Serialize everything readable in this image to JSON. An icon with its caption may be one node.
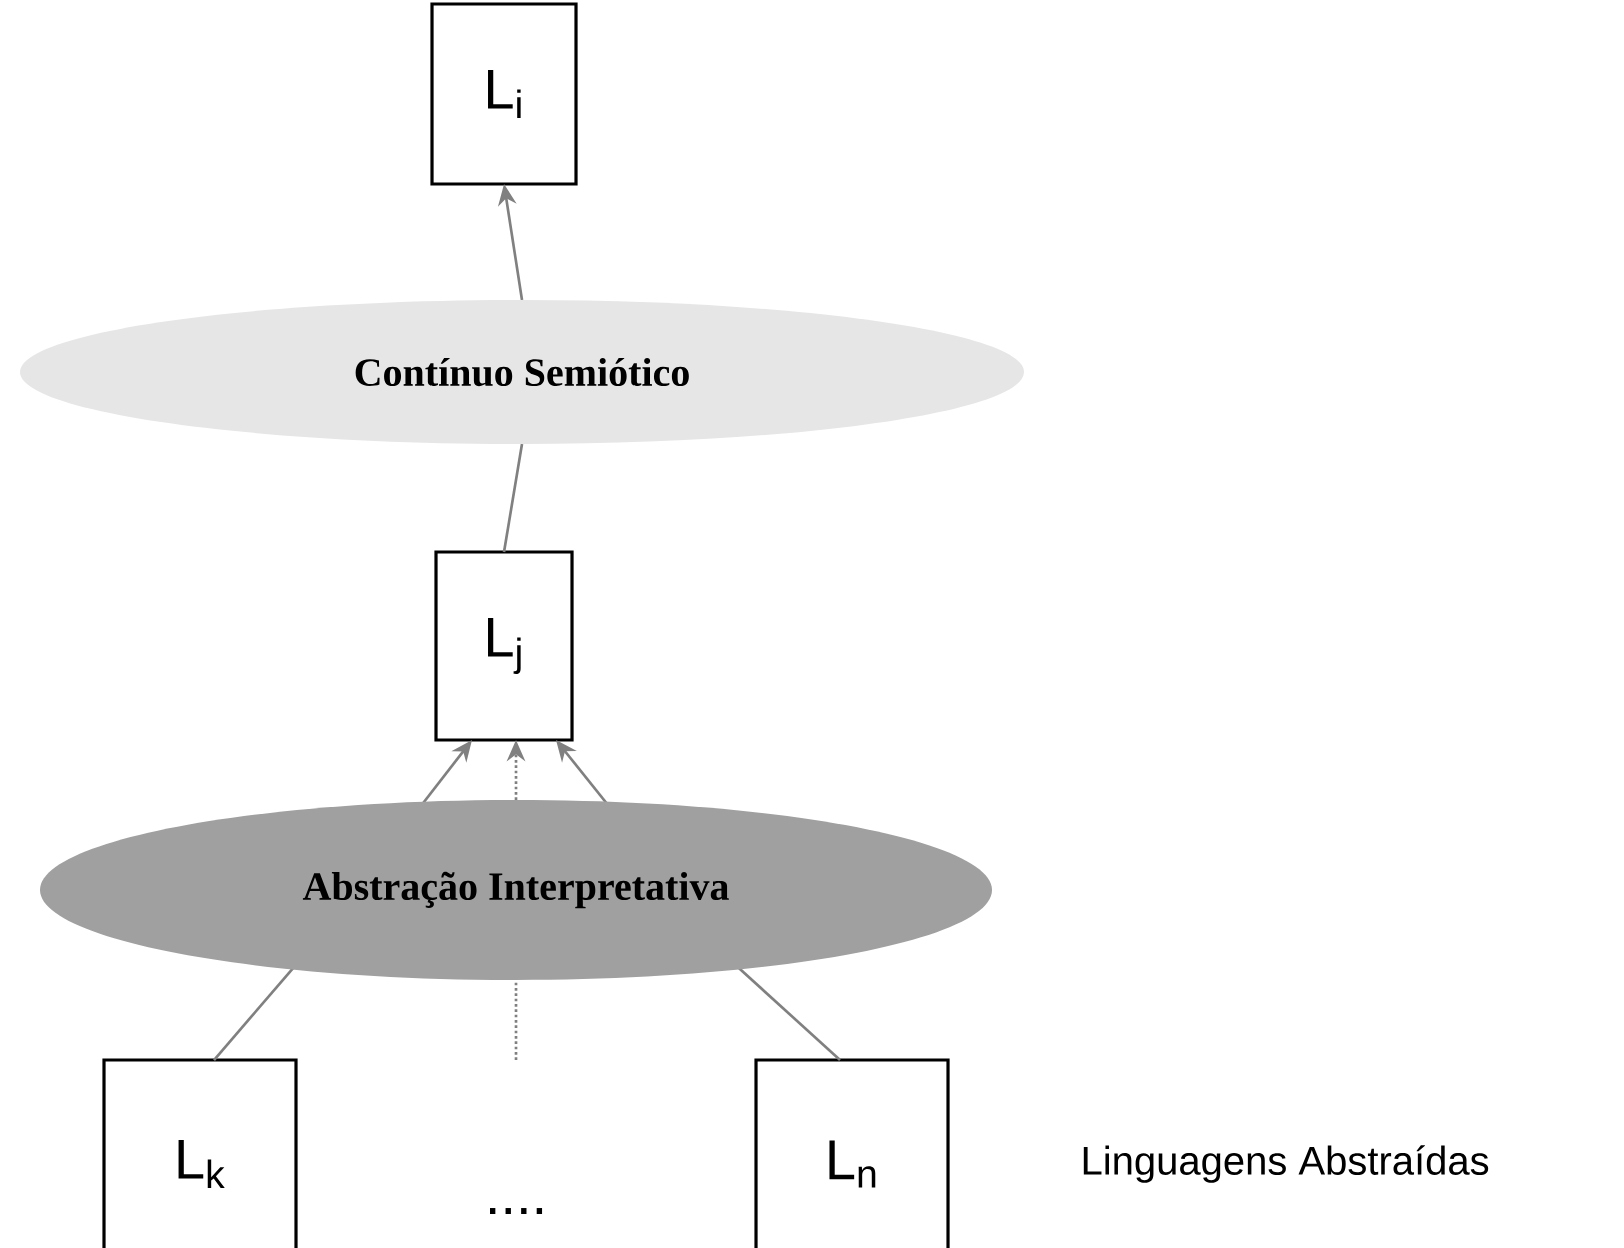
{
  "diagram": {
    "nodes": [
      {
        "text": [
          "L$_{i}$"
        ]
      },
      {
        "text": [
          "Contínuo Semiótico"
        ]
      },
      {
        "text": [
          "L$_{j}$"
        ]
      },
      {
        "text": [
          "Abstração Interpretativa"
        ]
      },
      {
        "text": [
          "L$_{k}$"
        ]
      },
      {
        "text": [
          "L$_{n}$"
        ]
      }
    ],
    "edges": [
      {
        "from": 2,
        "to": 1,
        "arrow": "none"
      },
      {
        "from": 1,
        "to": 0,
        "arrow": "to"
      },
      {
        "from": 4,
        "to": 3,
        "arrow": "none"
      },
      {
        "from": 3,
        "to": 2,
        "arrow": "to"
      },
      {
        "from": null,
        "to": 3,
        "arrow": "none",
        "style": "dashed"
      },
      {
        "from": 3,
        "to": 2,
        "arrow": "to",
        "style": "dashed"
      },
      {
        "from": 3,
        "to": 2,
        "arrow": "to"
      },
      {
        "from": 5,
        "to": 3,
        "arrow": "none"
      }
    ],
    "labels": [
      "....",
      "Linguagens Abstraídas"
    ]
  }
}
